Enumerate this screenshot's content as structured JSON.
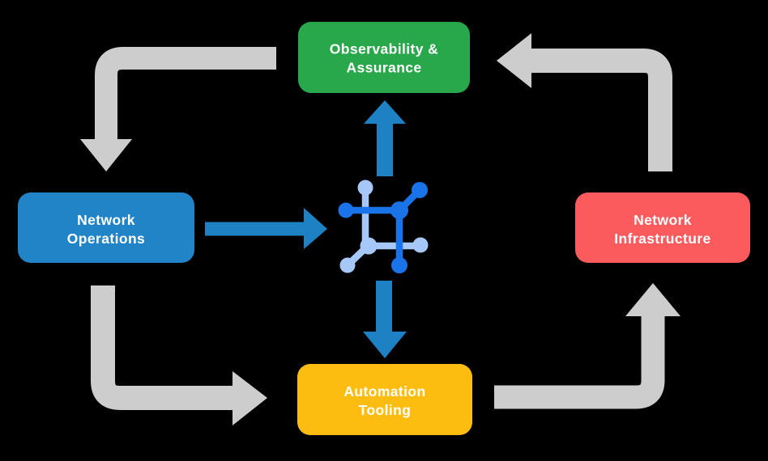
{
  "colors": {
    "background": "#000000",
    "cycle_arrow": "#CDCDCD",
    "platform_arrow": "#1E81C4",
    "icon_blue_dark": "#1A73E8",
    "icon_blue_light": "#A6C8F8",
    "label_text": "#FFFFFF"
  },
  "nodes": {
    "observability": {
      "line1": "Observability &",
      "line2": "Assurance",
      "color": "#28A74B"
    },
    "operations": {
      "line1": "Network",
      "line2": "Operations",
      "color": "#2184C7"
    },
    "infrastructure": {
      "line1": "Network",
      "line2": "Infrastructure",
      "color": "#FC5B5D"
    },
    "automation": {
      "line1": "Automation",
      "line2": "Tooling",
      "color": "#FDBD10"
    }
  },
  "icon": {
    "name": "network-platform-icon"
  }
}
